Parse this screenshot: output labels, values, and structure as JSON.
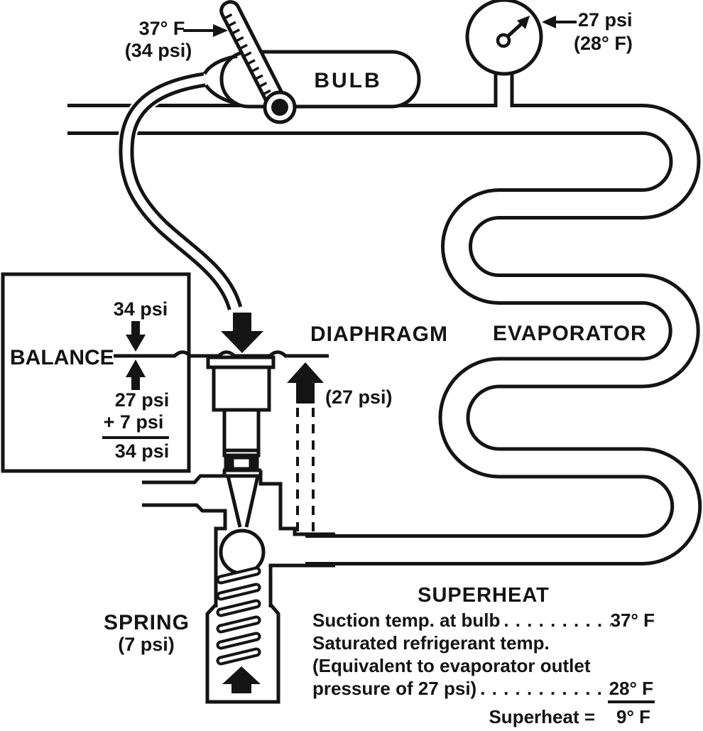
{
  "bulb_sensor": {
    "temp": "37° F",
    "pressure": "(34 psi)",
    "bulb_label": "BULB"
  },
  "gauge": {
    "pressure": "27 psi",
    "temp": "(28° F)"
  },
  "balance": {
    "label": "BALANCE",
    "top_pressure": "34 psi",
    "opposing_pressure": "27 psi",
    "spring_add": "+ 7 psi",
    "sum": "34 psi"
  },
  "valve": {
    "diaphragm_label": "DIAPHRAGM",
    "equalizer_pressure": "(27 psi)",
    "spring_label": "SPRING",
    "spring_pressure": "(7 psi)"
  },
  "evaporator": {
    "label": "EVAPORATOR"
  },
  "superheat": {
    "title": "SUPERHEAT",
    "row1_label": "Suction temp. at bulb",
    "row1_dots": ". . . . . . . . . . . . . . . . . . . . .",
    "row1_value": "37° F",
    "row2": "Saturated refrigerant temp.",
    "row3": "(Equivalent to evaporator outlet",
    "row4_label": "pressure of 27 psi)",
    "row4_dots": ". . . . . . . . . . . . . . . . . . . . .",
    "row4_value": "28° F",
    "result_label": "Superheat =",
    "result_value": "9° F"
  },
  "colors": {
    "ink": "#141414",
    "paper": "#ffffff"
  }
}
